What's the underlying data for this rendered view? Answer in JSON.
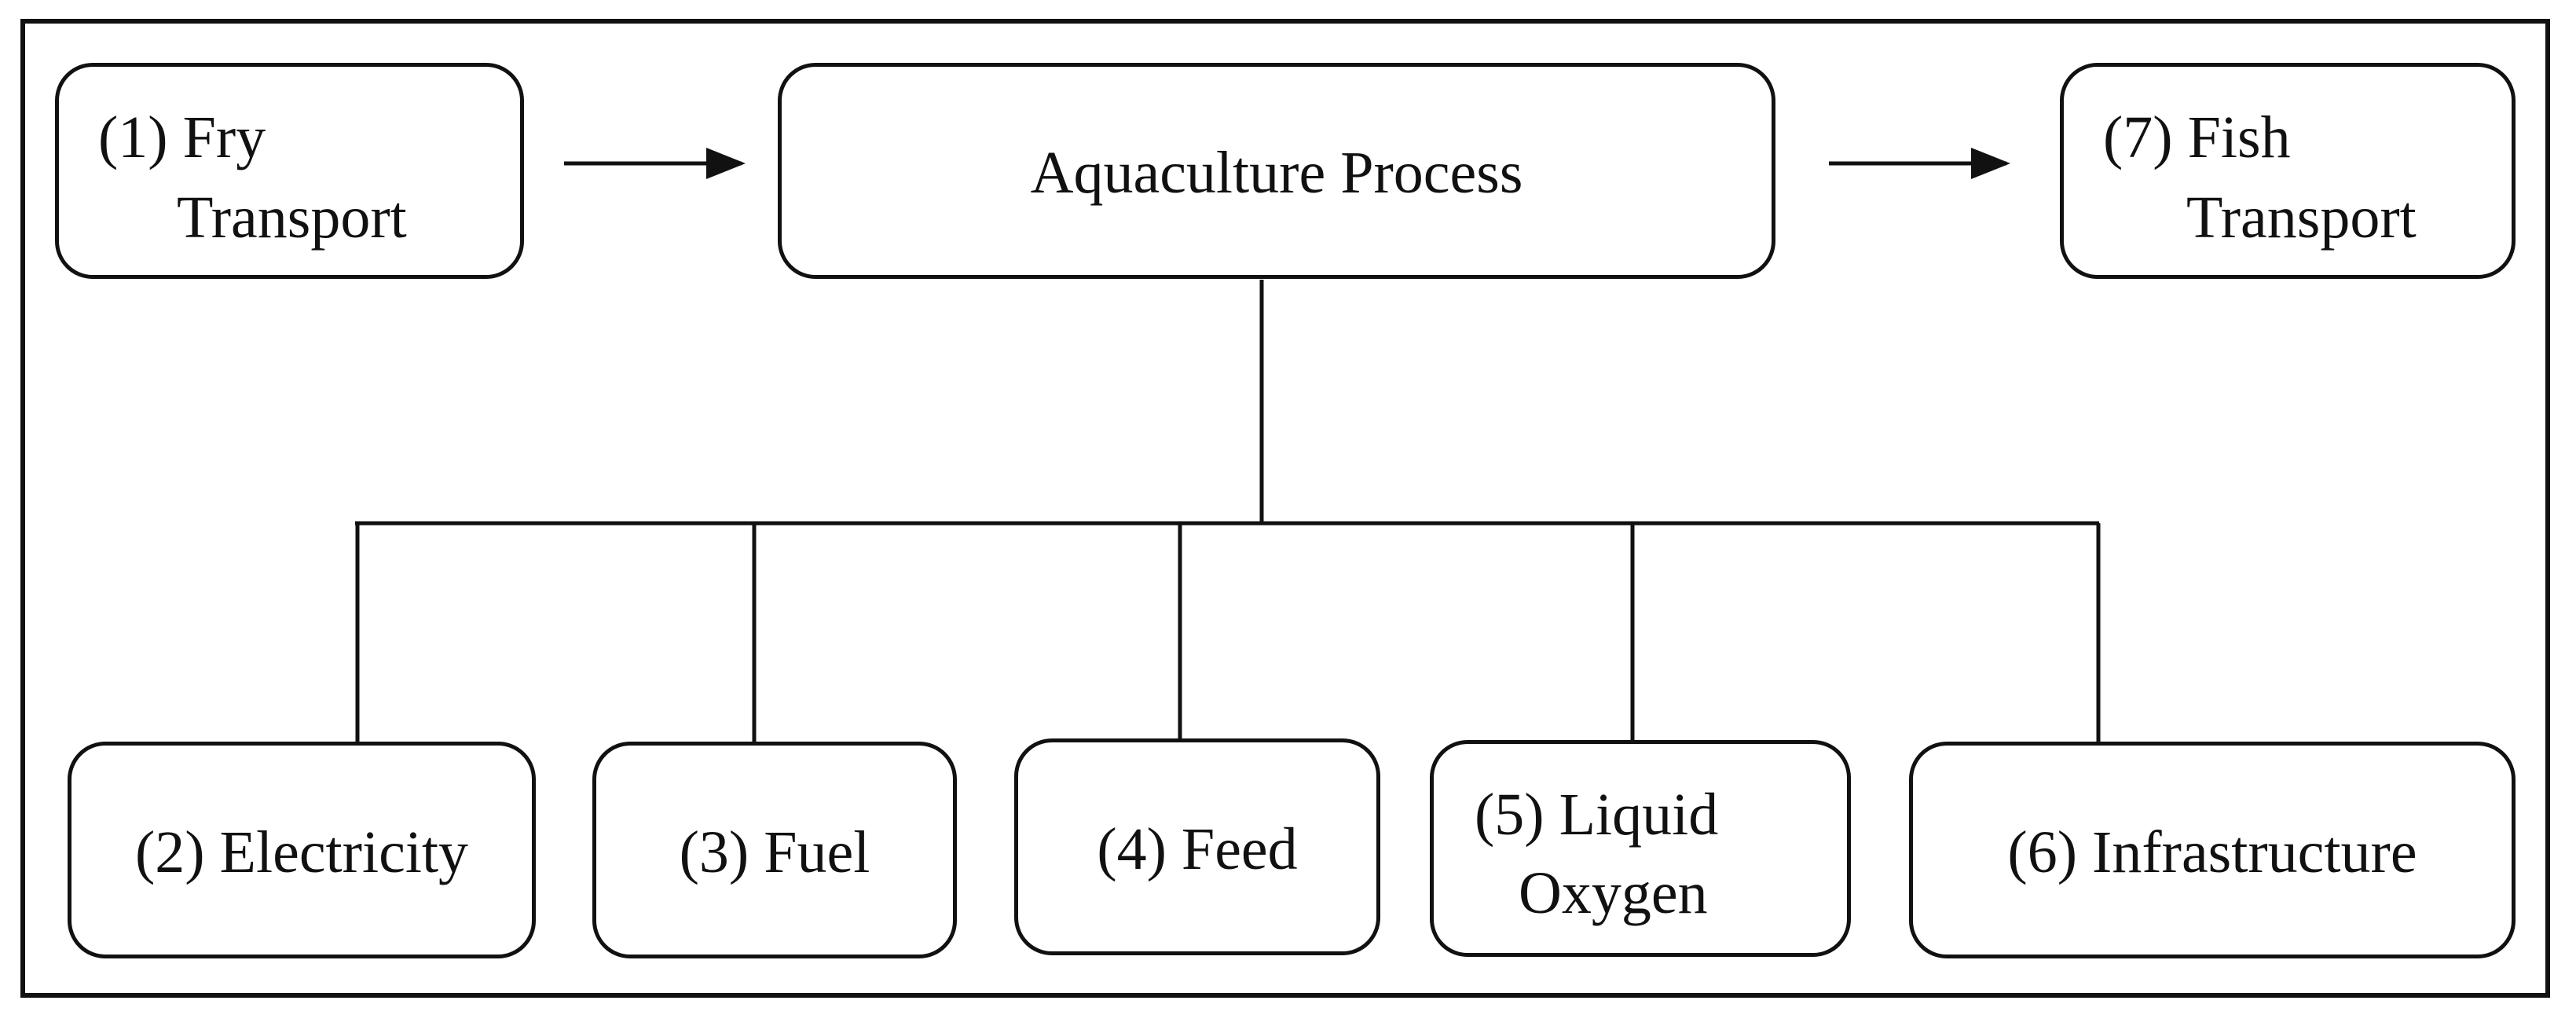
{
  "diagram": {
    "center": {
      "label": "Aquaculture Process"
    },
    "input": {
      "line1": "(1) Fry",
      "line2": "Transport"
    },
    "output": {
      "line1": "(7) Fish",
      "line2": "Transport"
    },
    "components": [
      {
        "label": "(2) Electricity"
      },
      {
        "label": "(3) Fuel"
      },
      {
        "label": "(4) Feed"
      },
      {
        "line1": "(5) Liquid",
        "line2": "Oxygen"
      },
      {
        "label": "(6) Infrastructure"
      }
    ]
  }
}
